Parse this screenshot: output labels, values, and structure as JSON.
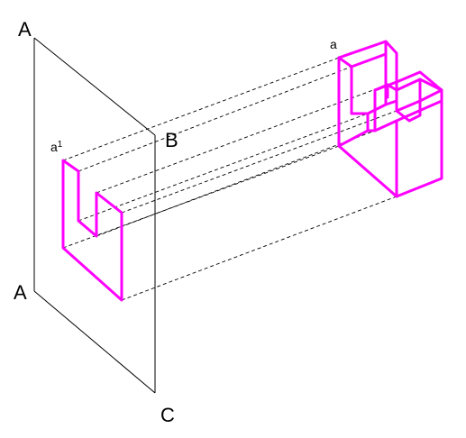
{
  "labels": {
    "plane_top_left": "A",
    "plane_top_right": "B",
    "plane_bottom_left": "A",
    "plane_bottom_right": "C",
    "object_vertex": "a",
    "projection_vertex": "a",
    "projection_vertex_superscript": "1"
  },
  "colors": {
    "plane": "#000000",
    "projectors": "#000000",
    "object": "#ff00ff",
    "projection": "#ff00ff"
  }
}
